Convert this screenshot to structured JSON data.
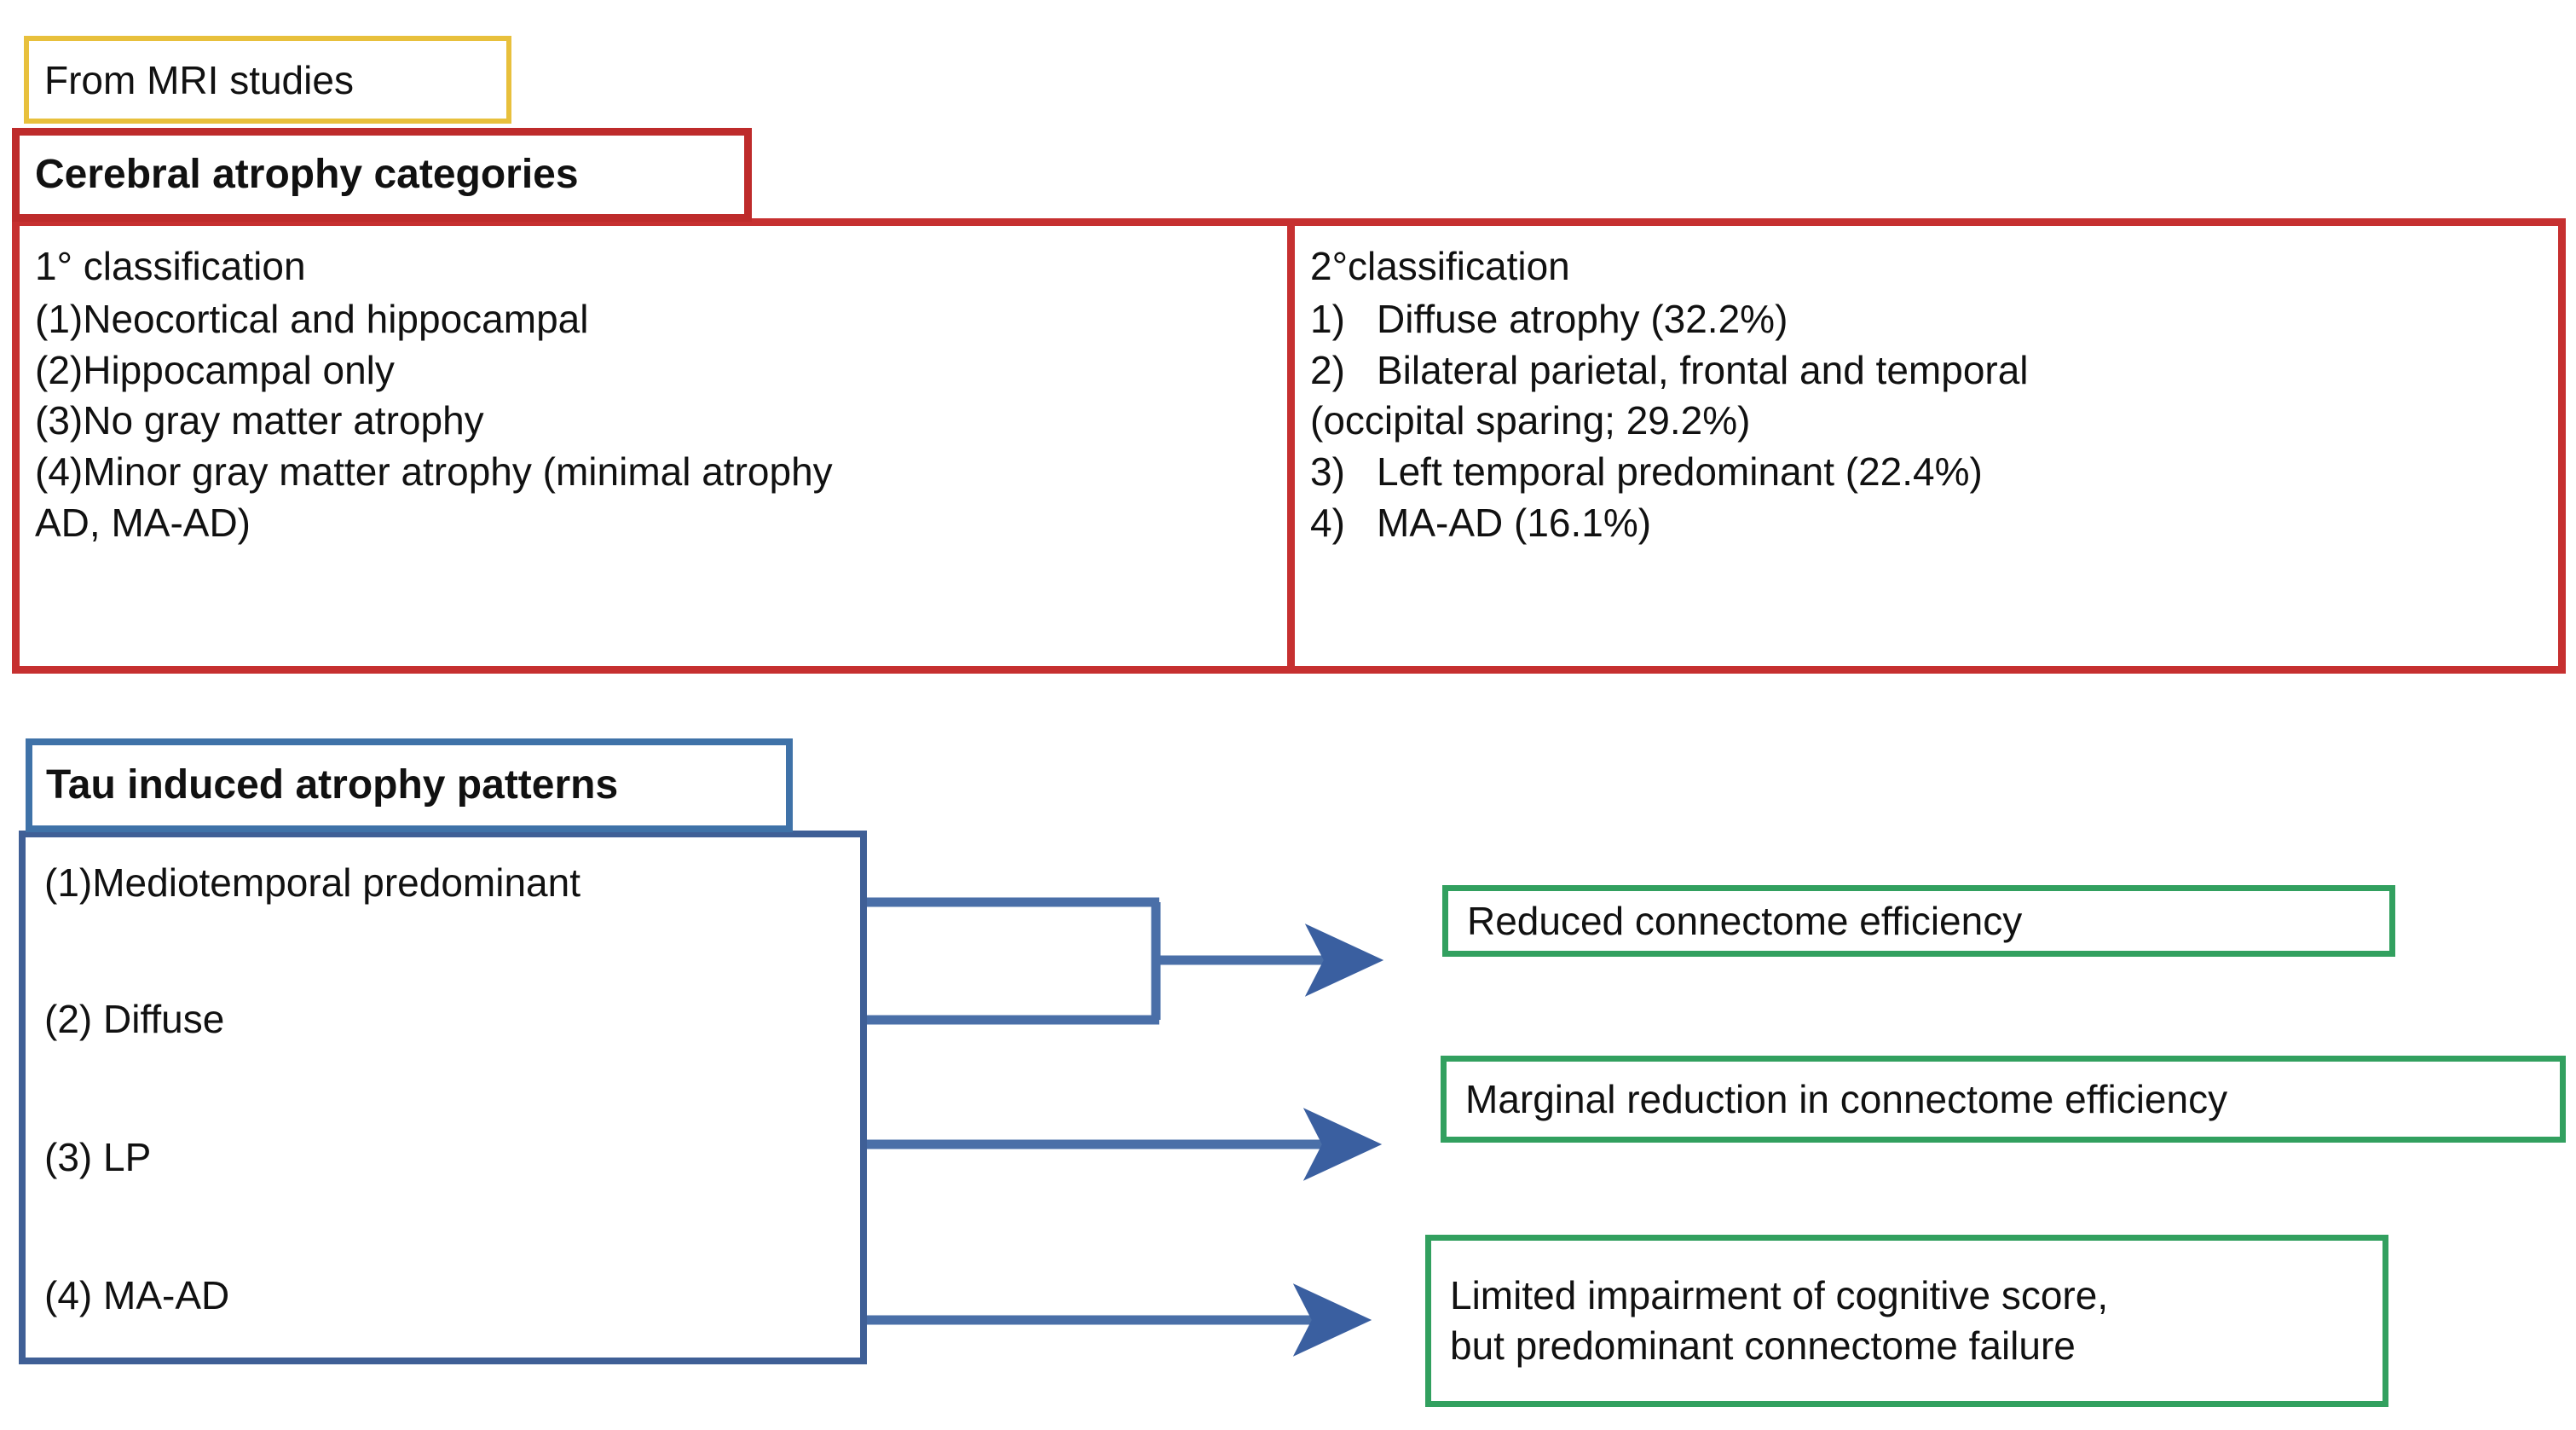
{
  "source_note": {
    "text": "From MRI  studies"
  },
  "cerebral": {
    "header": "Cerebral atrophy categories",
    "primary": {
      "heading": "1° classification",
      "items": [
        {
          "num": "(1)",
          "label": "Neocortical and hippocampal"
        },
        {
          "num": "(2)",
          "label": "Hippocampal only"
        },
        {
          "num": "(3)",
          "label": "No gray matter atrophy"
        },
        {
          "num": "(4)",
          "label": "Minor gray matter atrophy (minimal atrophy",
          "cont": "AD, MA-AD)"
        }
      ]
    },
    "secondary": {
      "heading": "2°classification",
      "items": [
        {
          "num": "1)",
          "label": "Diffuse atrophy (32.2%)"
        },
        {
          "num": "2)",
          "label": "Bilateral parietal, frontal and temporal",
          "cont": "(occipital sparing; 29.2%)"
        },
        {
          "num": "3)",
          "label": "Left temporal predominant (22.4%)"
        },
        {
          "num": "4)",
          "label": "MA-AD (16.1%)"
        }
      ]
    }
  },
  "tau": {
    "header": "Tau induced atrophy patterns",
    "patterns": [
      {
        "num": "(1)",
        "label": "Mediotemporal predominant"
      },
      {
        "num": "(2)",
        "label": " Diffuse"
      },
      {
        "num": "(3)",
        "label": " LP"
      },
      {
        "num": "(4)",
        "label": " MA-AD"
      }
    ]
  },
  "outcomes": [
    {
      "line1": "Reduced connectome efficiency",
      "line2": ""
    },
    {
      "line1": "Marginal reduction in connectome efficiency",
      "line2": ""
    },
    {
      "line1": "Limited impairment of cognitive score,",
      "line2": "but predominant connectome failure"
    }
  ],
  "percentages": {
    "diffuse_atrophy": "32.2%",
    "bilateral_parietal_frontal_temporal_occipital_sparing": "29.2%",
    "left_temporal_predominant": "22.4%",
    "ma_ad": "16.1%"
  },
  "colors": {
    "yellow_border": "#E8C03C",
    "red_border": "#C63030",
    "red_header_border": "#BE2B2B",
    "blue_border": "#3F5F96",
    "blue_header_border": "#3F72A8",
    "green_border": "#32A05F",
    "connector": "#4A6FA8",
    "text": "#111111",
    "background": "#FFFFFF"
  }
}
